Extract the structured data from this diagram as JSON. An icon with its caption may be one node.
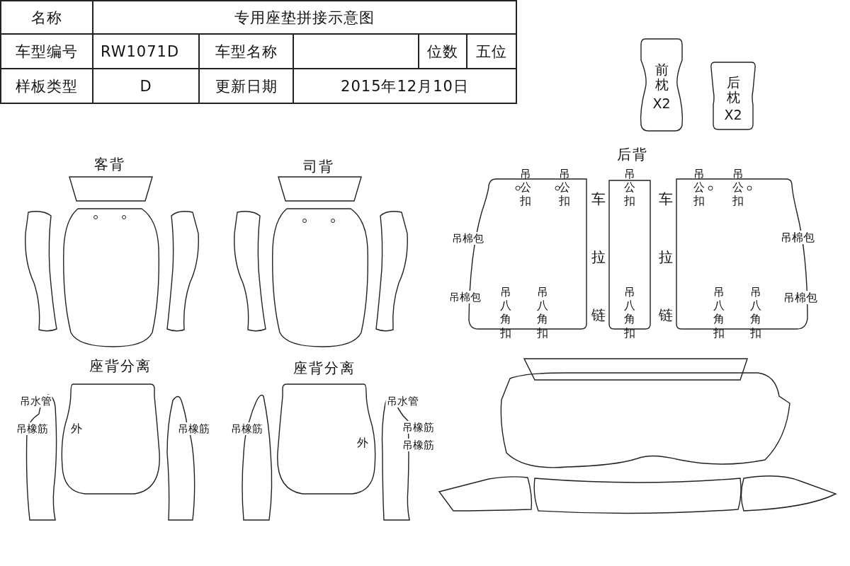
{
  "diagram": {
    "nodes": [
      {
        "text": [
          "前枕",
          "X2"
        ]
      },
      {
        "text": [
          "后枕",
          "X2"
        ]
      },
      {
        "text": [
          "吊公扣",
          "吊公扣",
          "吊八角扣",
          "吊八角扣"
        ],
        "beside": [
          "吊棉包",
          "吊棉包"
        ]
      },
      {
        "text": [
          "吊公扣",
          "吊八角扣"
        ]
      },
      {
        "text": [
          "吊公扣",
          "吊公扣",
          "吊棉包",
          "吊八角扣",
          "吊八角扣",
          "吊棉包"
        ]
      },
      {
        "text": [
          "外"
        ]
      },
      {
        "text": [
          "外"
        ]
      }
    ],
    "labels": [
      "名称",
      "专用座垫拼接示意图",
      "车型编号",
      "RW1071D",
      "车型名称",
      "位数",
      "五位",
      "样板类型",
      "D",
      "更新日期",
      "2015年12月10日",
      "客背",
      "司背",
      "后背",
      "车拉链",
      "车拉链",
      "座背分离",
      "座背分离",
      "吊水管",
      "吊橡筋",
      "吊橡筋",
      "吊橡筋",
      "吊水管",
      "吊橡筋",
      "吊橡筋"
    ]
  }
}
